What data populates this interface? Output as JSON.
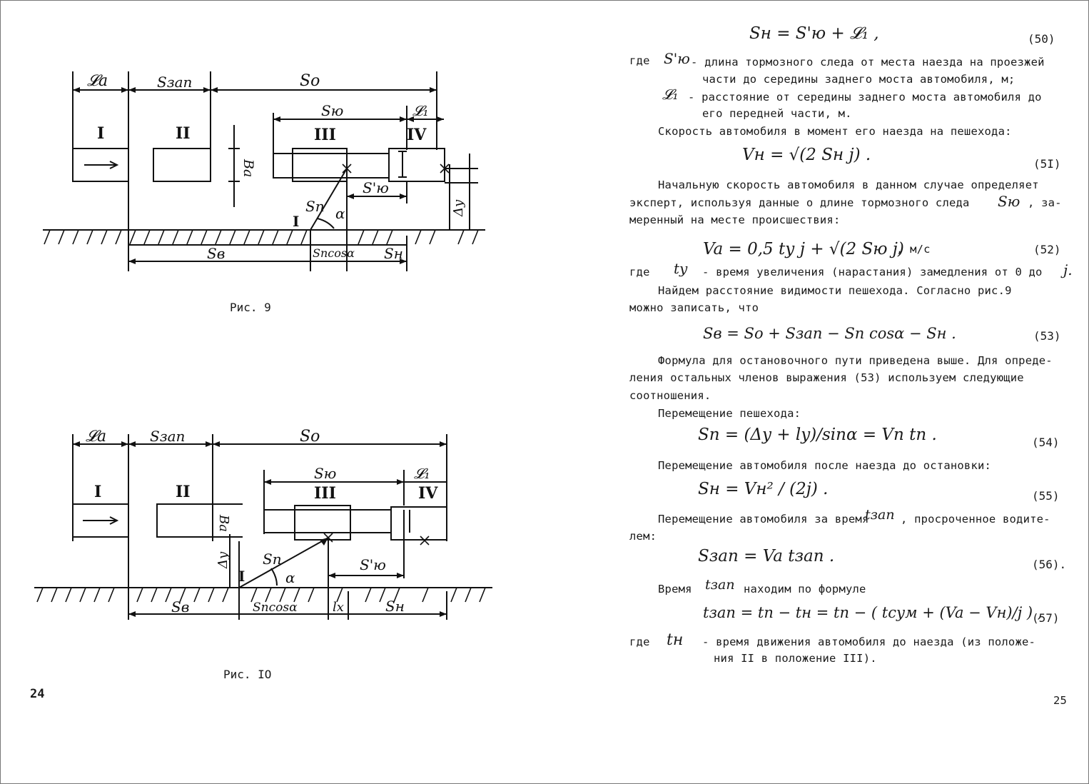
{
  "left_page": {
    "fig9": {
      "caption": "Рис. 9",
      "labels": {
        "La": "𝓛a",
        "Szap": "Sзап",
        "So": "Sо",
        "Sjo": "Sю",
        "L1": "𝓛₁",
        "I": "I",
        "II": "II",
        "III": "III",
        "IV": "IV",
        "Ba": "Ba",
        "Sn": "Sп",
        "alpha": "α",
        "Sjo_prime": "S'ю",
        "Dy": "Δy",
        "I_ped": "I",
        "Sv": "Sв",
        "Sncos": "Sпcosα",
        "Sn_bottom": "Sн"
      }
    },
    "fig10": {
      "caption": "Рис. IO",
      "labels": {
        "La": "𝓛a",
        "Szap": "Sзап",
        "So": "Sо",
        "Sjo": "Sю",
        "L1": "𝓛₁",
        "I": "I",
        "II": "II",
        "III": "III",
        "IV": "IV",
        "Ba": "Ba",
        "Dy": "Δy",
        "I_ped": "I",
        "Sn": "Sп",
        "alpha": "α",
        "Sjo_prime": "S'ю",
        "Sv": "Sв",
        "Sncos": "Sпcosα",
        "lx": "lx",
        "Sn_bottom": "Sн"
      }
    },
    "page_number": "24"
  },
  "right_page": {
    "eq50": {
      "formula": "Sн = S'ю + 𝓛₁ ,",
      "number": "(50)"
    },
    "where1_word": "где",
    "where1_sym": "S'ю",
    "where1_text_1": "- длина тормозного следа от места наезда на проезжей",
    "where1_text_2": "части до середины заднего моста автомобиля, м;",
    "where2_sym": "𝓛₁",
    "where2_text_1": "- расстояние от середины заднего моста автомобиля до",
    "where2_text_2": "его передней части, м.",
    "p_speed": "Скорость автомобиля в момент его наезда на пешехода:",
    "eq51": {
      "formula": "Vн = √(2 Sн j) .",
      "number": "(5I)"
    },
    "p_initial_1": "Начальную скорость автомобиля в данном случае определяет",
    "p_initial_2": "эксперт, используя данные о длине тормозного следа",
    "p_initial_sym": "Sю",
    "p_initial_2b": ", за-",
    "p_initial_3": "меренный на месте происшествия:",
    "eq52": {
      "formula": "Va = 0,5 tу j + √(2 Sю j)",
      "unit": ", м/с",
      "number": "(52)"
    },
    "where3_word": "где",
    "where3_sym": "tу",
    "where3_text": "- время увеличения (нарастания) замедления от 0 до",
    "where3_end": "j.",
    "p_visibility_1": "Найдем расстояние видимости пешехода. Согласно рис.9",
    "p_visibility_2": "можно записать, что",
    "eq53": {
      "formula": "Sв = Sо + Sзап − Sп cosα − Sн .",
      "number": "(53)"
    },
    "p_formula_1": "Формула для остановочного пути приведена выше. Для опреде-",
    "p_formula_2": "ления остальных членов выражения (53) используем следующие",
    "p_formula_3": "соотношения.",
    "p_ped_move": "Перемещение пешехода:",
    "eq54": {
      "formula": "Sп = (Δy + ly)/sinα = Vп tп .",
      "number": "(54)"
    },
    "p_car_move": "Перемещение автомобиля после наезда до остановки:",
    "eq55": {
      "formula": "Sн = Vн² / (2j) .",
      "number": "(55)"
    },
    "p_delay_1": "Перемещение автомобиля за время",
    "p_delay_sym": "tзап",
    "p_delay_1b": ", просроченное водите-",
    "p_delay_2": "лем:",
    "eq56": {
      "formula": "Sзап = Va tзап .",
      "number": "(56)."
    },
    "p_time_word": "Время",
    "p_time_sym": "tзап",
    "p_time_rest": "находим по формуле",
    "eq57": {
      "formula": "tзап = tп − tн = tп − ( tсум + (Va − Vн)/j ) ,",
      "number": "(57)"
    },
    "where4_word": "где",
    "where4_sym": "tн",
    "where4_text_1": "- время движения автомобиля до наезда (из положе-",
    "where4_text_2": "ния II в положение III).",
    "page_number": "25"
  }
}
